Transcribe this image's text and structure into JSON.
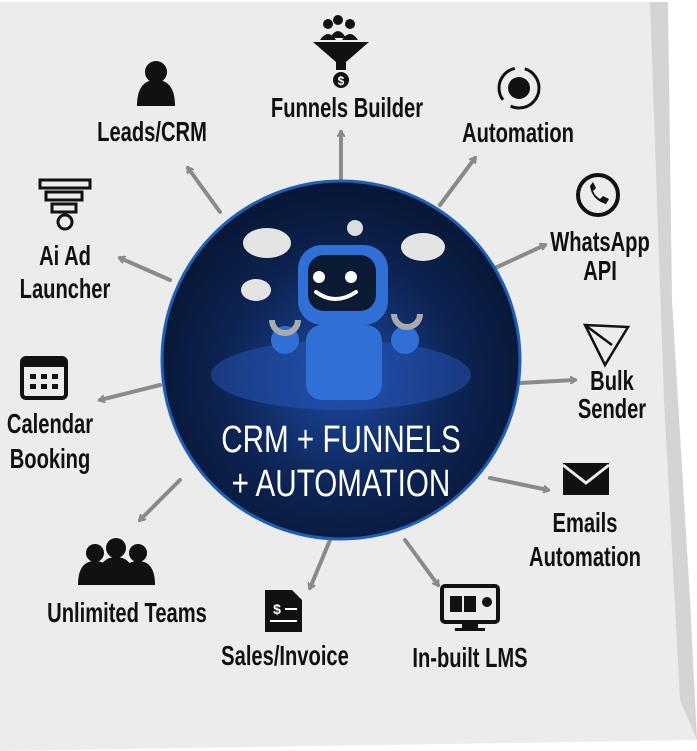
{
  "center": {
    "line1": "CRM + FUNNELS",
    "line2": "+ AUTOMATION"
  },
  "features": {
    "funnels": "Funnels Builder",
    "leads": "Leads/CRM",
    "automation": "Automation",
    "whatsapp": [
      "WhatsApp",
      "API"
    ],
    "aiad": [
      "Ai Ad",
      "Launcher"
    ],
    "bulk": [
      "Bulk",
      "Sender"
    ],
    "calendar": [
      "Calendar",
      "Booking"
    ],
    "emails": [
      "Emails",
      "Automation"
    ],
    "teams": "Unlimited Teams",
    "sales": "Sales/Invoice",
    "lms": "In-built LMS"
  },
  "icons": {
    "funnels": "funnel-people-dollar-icon",
    "leads": "person-icon",
    "automation": "gear-cycle-icon",
    "whatsapp": "whatsapp-icon",
    "aiad": "ad-funnel-icon",
    "bulk": "paper-plane-icon",
    "calendar": "calendar-icon",
    "emails": "envelope-icon",
    "teams": "group-icon",
    "sales": "invoice-icon",
    "lms": "monitor-book-icon"
  },
  "colors": {
    "circle": "#0c1f4a",
    "circle_edge": "#1e5fb8",
    "robot": "#2f6fd6",
    "arrow": "#8a8a8a",
    "paper": "#ececec"
  }
}
